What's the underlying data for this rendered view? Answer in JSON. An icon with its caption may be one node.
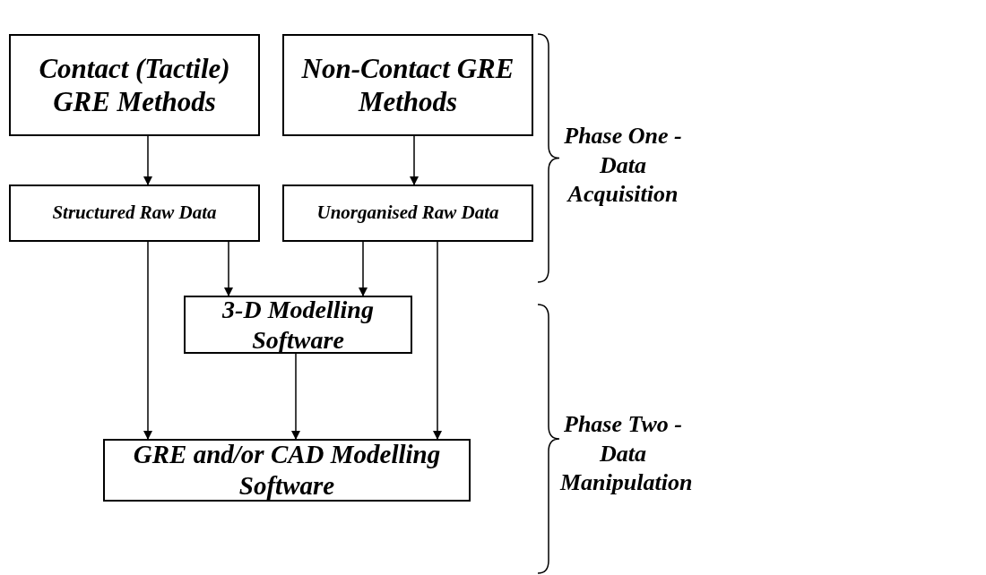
{
  "diagram": {
    "nodes": [
      {
        "text": [
          "Contact (Tactile) GRE Methods"
        ]
      },
      {
        "text": [
          "Non-Contact GRE Methods"
        ]
      },
      {
        "text": [
          "Structured Raw Data"
        ]
      },
      {
        "text": [
          "Unorganised Raw Data"
        ]
      },
      {
        "text": [
          "3-D Modelling Software"
        ]
      },
      {
        "text": [
          "GRE and/or CAD Modelling Software"
        ]
      }
    ],
    "edges": [
      {
        "from": 0,
        "to": 2,
        "arrow": "to"
      },
      {
        "from": 1,
        "to": 3,
        "arrow": "to"
      },
      {
        "from": 2,
        "to": 4,
        "arrow": "to"
      },
      {
        "from": 3,
        "to": 4,
        "arrow": "to"
      },
      {
        "from": 2,
        "to": 5,
        "arrow": "to"
      },
      {
        "from": 4,
        "to": 5,
        "arrow": "to"
      },
      {
        "from": 3,
        "to": 5,
        "arrow": "to"
      }
    ],
    "labels": [
      "Phase One - Data Acquisition",
      "Phase Two - Data Manipulation"
    ]
  }
}
